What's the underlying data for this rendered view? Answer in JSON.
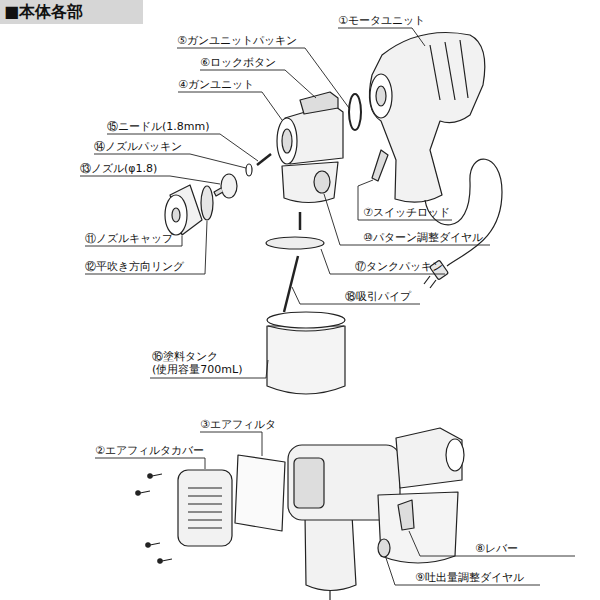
{
  "diagram": {
    "title": "■本体各部",
    "labels": [
      "①モータユニット",
      "⑤ガンユニットパッキン",
      "⑥ロックボタン",
      "④ガンユニット",
      "⑮ニードル(1.8mm)",
      "⑭ノズルパッキン",
      "⑬ノズル(φ1.8)",
      "⑪ノズルキャップ",
      "⑫平吹き方向リング",
      "⑦スイッチロッド",
      "⑩パターン調整ダイヤル",
      "⑰タンクパッキン",
      "⑱吸引パイプ",
      "⑯塗料タンク (使用容量700mL)",
      "③エアフィルタ",
      "②エアフィルタカバー",
      "⑧レバー",
      "⑨吐出量調整ダイヤル"
    ]
  }
}
